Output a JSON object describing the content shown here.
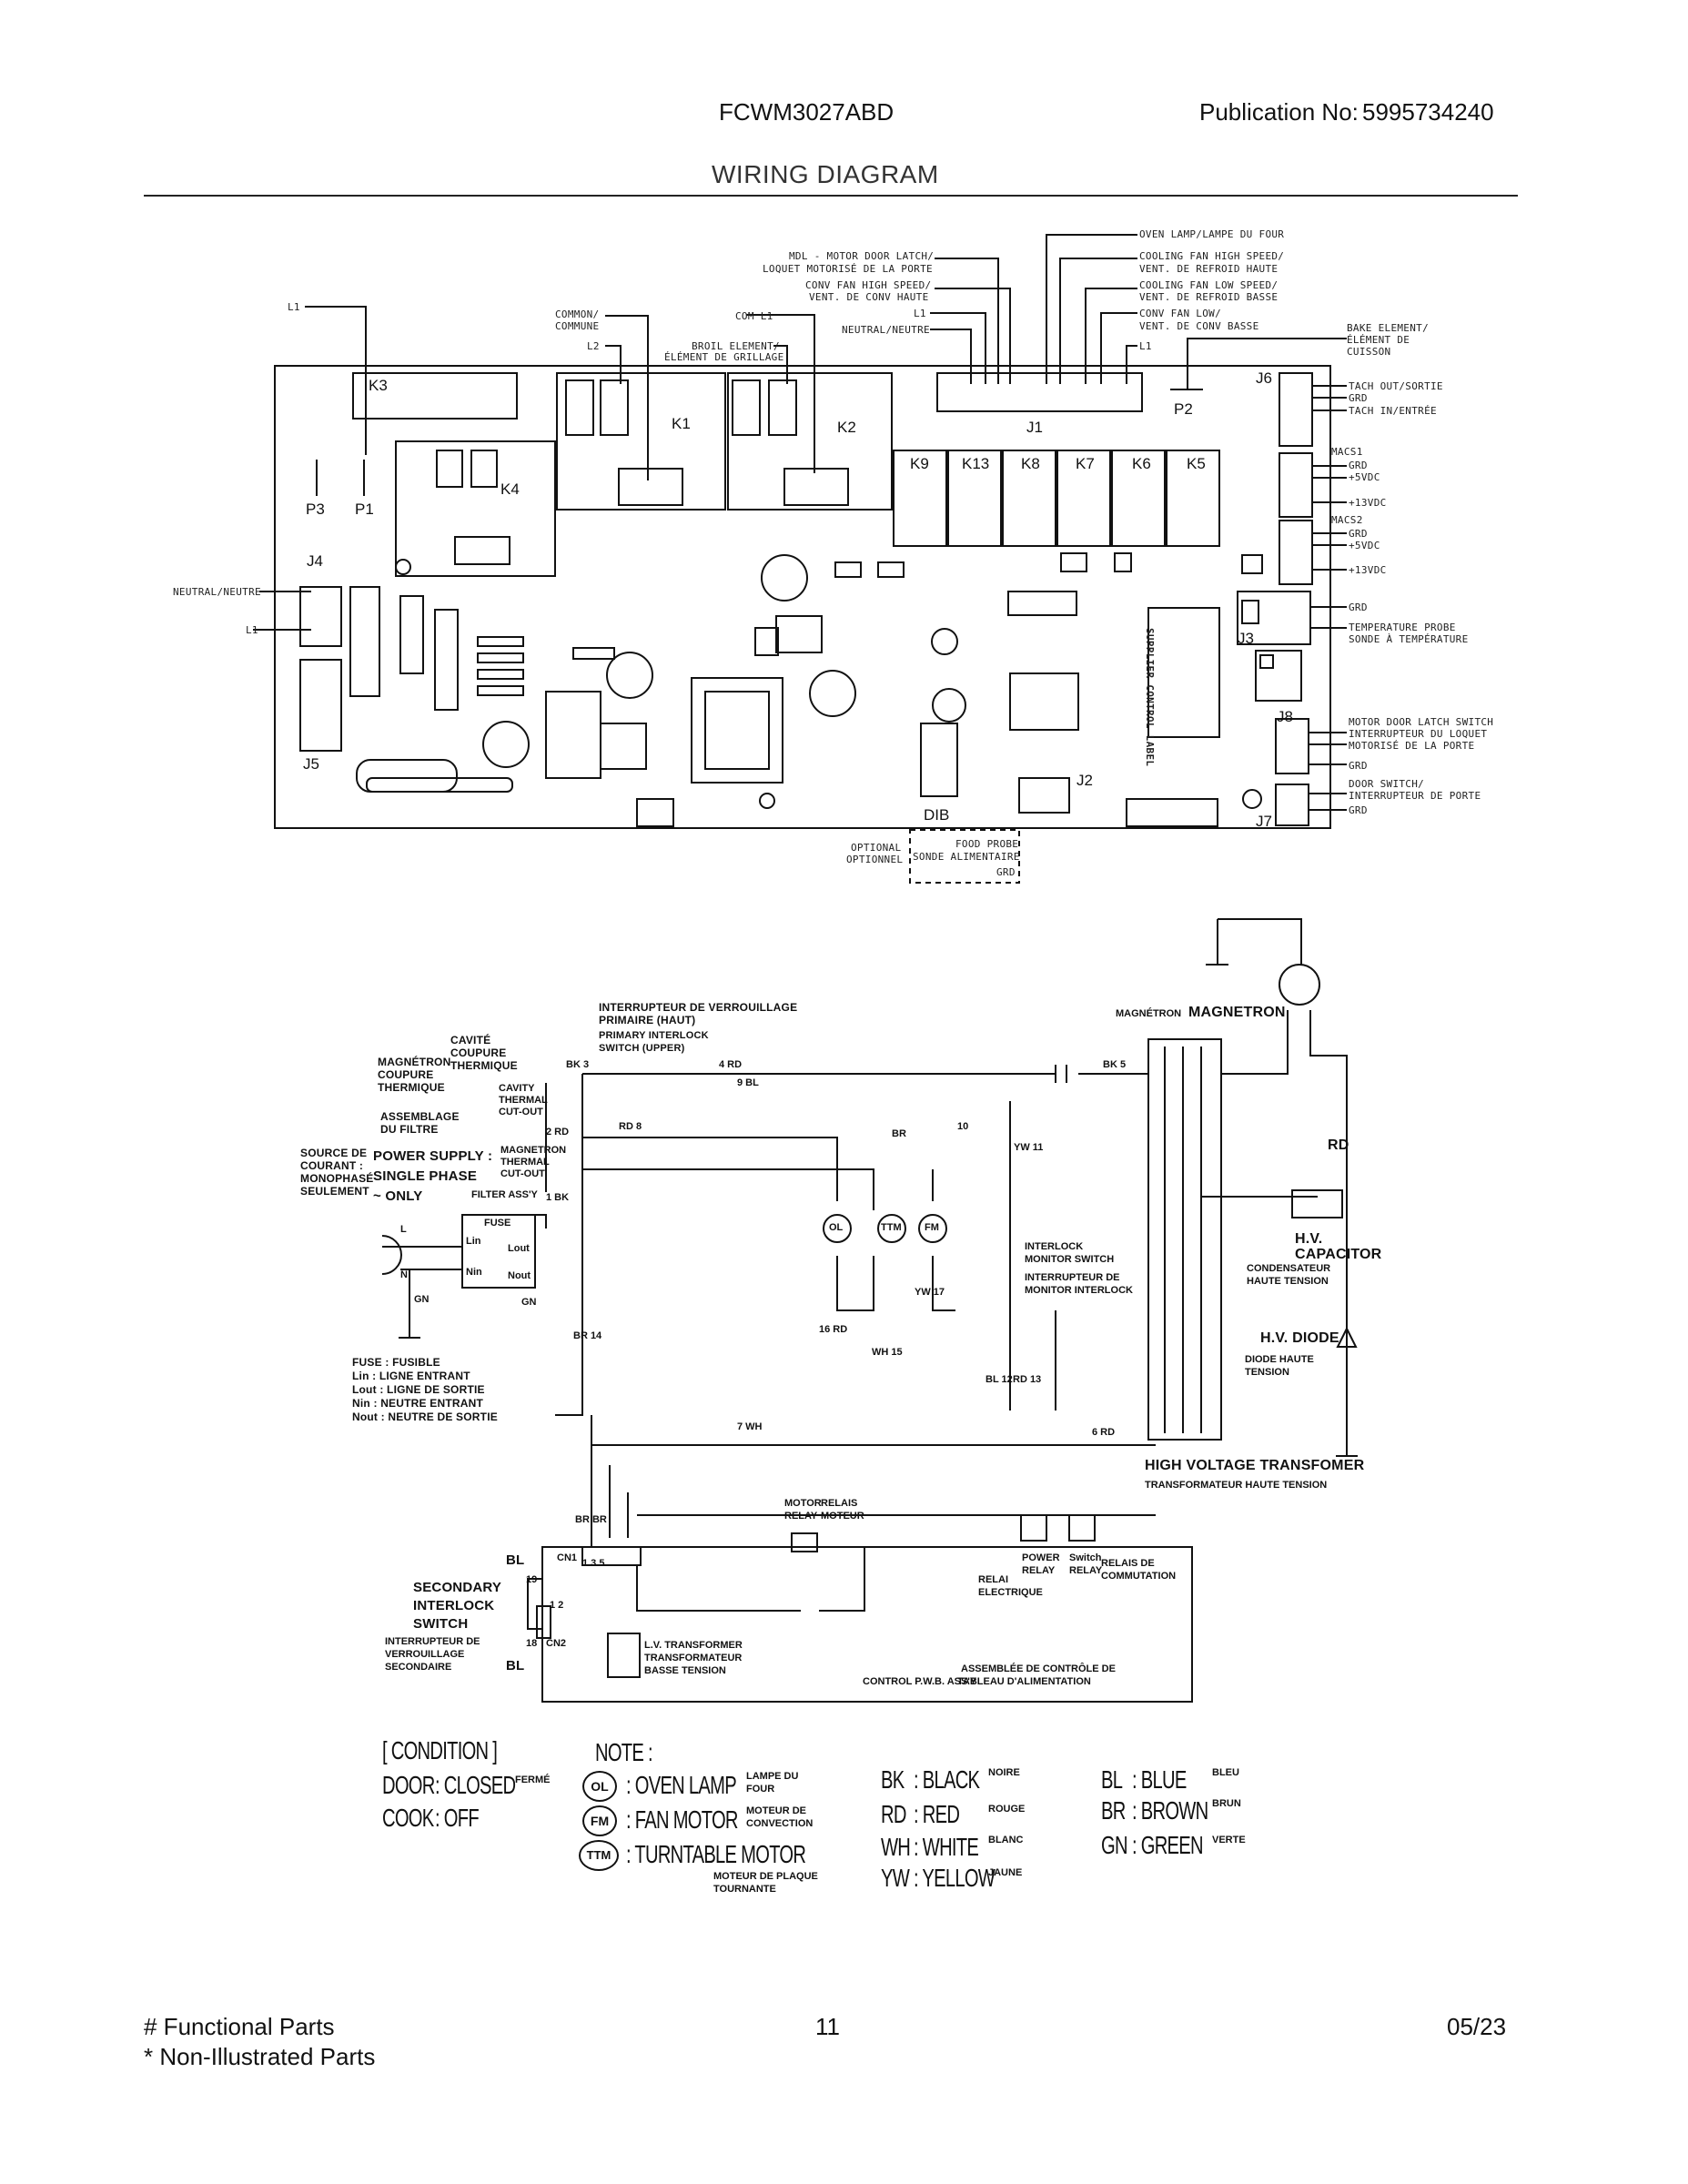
{
  "header": {
    "model": "FCWM3027ABD",
    "publication_label": "Publication No:",
    "publication_number": "5995734240",
    "title": "WIRING DIAGRAM"
  },
  "pcb": {
    "connectors": [
      "J1",
      "J2",
      "J3",
      "J4",
      "J5",
      "J6",
      "J7",
      "J8",
      "P1",
      "P2",
      "P3",
      "DIB",
      "MACS1",
      "MACS2"
    ],
    "relays": [
      "K1",
      "K2",
      "K3",
      "K4",
      "K5",
      "K6",
      "K7",
      "K8",
      "K9",
      "K13"
    ],
    "supplier_label": "SUPPLIER CONTROL LABEL",
    "top_labels": {
      "oven_lamp": "OVEN LAMP/LAMPE DU FOUR",
      "cooling_high_1": "COOLING FAN HIGH SPEED/",
      "cooling_high_2": "VENT. DE REFROID HAUTE",
      "cooling_low_1": "COOLING FAN LOW SPEED/",
      "cooling_low_2": "VENT. DE REFROID BASSE",
      "conv_low_1": "CONV FAN LOW/",
      "conv_low_2": "VENT. DE CONV BASSE",
      "l1_right": "L1",
      "mdl_1": "MDL - MOTOR DOOR LATCH/",
      "mdl_2": "LOQUET MOTORISÉ DE LA PORTE",
      "conv_high_1": "CONV FAN HIGH SPEED/",
      "conv_high_2": "VENT. DE CONV HAUTE",
      "l1_mid": "L1",
      "neutral_mid": "NEUTRAL/NEUTRE",
      "com_l1": "COM L1",
      "broil_1": "BROIL ELEMENT/",
      "broil_2": "ÉLÉMENT DE GRILLAGE",
      "common_1": "COMMON/",
      "common_2": "COMMUNE",
      "l2": "L2",
      "l1_left": "L1",
      "bake_1": "BAKE ELEMENT/",
      "bake_2": "ÉLÉMENT DE",
      "bake_3": "CUISSON"
    },
    "right_labels": {
      "tach_out": "TACH OUT/SORTIE",
      "grd_1": "GRD",
      "tach_in": "TACH IN/ENTRÉE",
      "macs1": "MACS1",
      "grd_2": "GRD",
      "v5_1": "+5VDC",
      "v13_1": "+13VDC",
      "macs2": "MACS2",
      "grd_3": "GRD",
      "v5_2": "+5VDC",
      "v13_2": "+13VDC",
      "grd_4": "GRD",
      "temp_probe_1": "TEMPERATURE PROBE",
      "temp_probe_2": "SONDE À TEMPÉRATURE",
      "mdl_switch_1": "MOTOR DOOR LATCH SWITCH",
      "mdl_switch_2": "INTERRUPTEUR DU LOQUET",
      "mdl_switch_3": "MOTORISÉ DE LA PORTE",
      "grd_5": "GRD",
      "door_switch_1": "DOOR SWITCH/",
      "door_switch_2": "INTERRUPTEUR DE PORTE",
      "grd_6": "GRD"
    },
    "left_labels": {
      "neutral": "NEUTRAL/NEUTRE",
      "l1": "L1"
    },
    "bottom_labels": {
      "optional_1": "OPTIONAL",
      "optional_2": "OPTIONNEL",
      "food_probe_1": "FOOD PROBE",
      "food_probe_2": "SONDE ALIMENTAIRE",
      "grd": "GRD"
    }
  },
  "schematic": {
    "interlock_fr_1": "INTERRUPTEUR DE VERROUILLAGE",
    "interlock_fr_2": "PRIMAIRE (HAUT)",
    "primary_1": "PRIMARY INTERLOCK",
    "primary_2": "SWITCH (UPPER)",
    "cavite_1": "CAVITÉ",
    "cavite_2": "COUPURE",
    "cavite_3": "THERMIQUE",
    "magnetron_fr_1": "MAGNÉTRON",
    "magnetron_fr_2": "COUPURE",
    "magnetron_fr_3": "THERMIQUE",
    "cavity_1": "CAVITY",
    "cavity_2": "THERMAL",
    "cavity_3": "CUT-OUT",
    "assemblage_1": "ASSEMBLAGE",
    "assemblage_2": "DU FILTRE",
    "magnetron_cut_1": "MAGNETRON",
    "magnetron_cut_2": "THERMAL",
    "magnetron_cut_3": "CUT-OUT",
    "source_1": "SOURCE DE",
    "source_2": "COURANT :",
    "source_3": "MONOPHASÉ",
    "source_4": "SEULEMENT",
    "power_1": "POWER SUPPLY :",
    "power_2": "SINGLE PHASE",
    "power_3": "~ ONLY",
    "filter": "FILTER ASS'Y",
    "fuse": "FUSE",
    "lin": "Lin",
    "lout": "Lout",
    "nin": "Nin",
    "nout": "Nout",
    "l": "L",
    "n": "N",
    "gn": "GN",
    "gn2": "GN",
    "legend_fuse": "FUSE : FUSIBLE",
    "legend_lin": "Lin : LIGNE ENTRANT",
    "legend_lout": "Lout : LIGNE DE SORTIE",
    "legend_nin": "Nin : NEUTRE ENTRANT",
    "legend_nout": "Nout : NEUTRE DE SORTIE",
    "magnetron_fr_top": "MAGNÉTRON",
    "magnetron": "MAGNETRON",
    "rd": "RD",
    "hv_cap_1": "H.V.",
    "hv_cap_2": "CAPACITOR",
    "condensateur_1": "CONDENSATEUR",
    "condensateur_2": "HAUTE TENSION",
    "hv_diode": "H.V. DIODE",
    "diode_fr_1": "DIODE HAUTE",
    "diode_fr_2": "TENSION",
    "hvt": "HIGH VOLTAGE TRANSFOMER",
    "hvt_fr": "TRANSFORMATEUR HAUTE TENSION",
    "interlock_mon_1": "INTERLOCK",
    "interlock_mon_2": "MONITOR SWITCH",
    "interlock_mon_3": "INTERRUPTEUR DE",
    "interlock_mon_4": "MONITOR INTERLOCK",
    "ol": "OL",
    "ttm": "TTM",
    "fm": "FM",
    "motor_relay_1": "MOTOR",
    "motor_relay_2": "RELAY",
    "relais_moteur_1": "RELAIS",
    "relais_moteur_2": "MOTEUR",
    "power_relay_1": "POWER",
    "power_relay_2": "RELAY",
    "switch_relay_1": "Switch",
    "switch_relay_2": "RELAY",
    "relais_comm_1": "RELAIS DE",
    "relais_comm_2": "COMMUTATION",
    "relai_elec_1": "RELAI",
    "relai_elec_2": "ELECTRIQUE",
    "cn1": "CN1",
    "cn2": "CN2",
    "secondary_1": "SECONDARY",
    "secondary_2": "INTERLOCK",
    "secondary_3": "SWITCH",
    "secondary_fr_1": "INTERRUPTEUR DE",
    "secondary_fr_2": "VERROUILLAGE",
    "secondary_fr_3": "SECONDAIRE",
    "lv_1": "L.V. TRANSFORMER",
    "lv_2": "TRANSFORMATEUR",
    "lv_3": "BASSE TENSION",
    "assemblee_1": "ASSEMBLÉE DE CONTRÔLE DE",
    "assemblee_2": "TABLEAU D'ALIMENTATION",
    "control_pwb": "CONTROL P.W.B. ASS'Y",
    "bl_top": "BL",
    "bl_bot": "BL",
    "wire_labels": {
      "bk3": "BK 3",
      "rd4": "4 RD",
      "bl9": "9 BL",
      "bk5": "BK 5",
      "rd2": "2 RD",
      "rd8": "RD 8",
      "br10": "BR",
      "n10": "10",
      "yw11": "YW 11",
      "bk1": "1 BK",
      "br14": "BR 14",
      "rd16": "16 RD",
      "wh15": "WH 15",
      "yw17": "YW 17",
      "bl12": "BL 12",
      "rd13": "RD 13",
      "wh7": "7 WH",
      "rd6": "6 RD",
      "brbr": "BR BR",
      "n19": "19",
      "n18": "18",
      "cn1pins": "1 3 5",
      "cn2pins": "1 2"
    }
  },
  "legend": {
    "condition_title": "[ CONDITION ]",
    "door_label": "DOOR",
    "door_value": ": CLOSED",
    "door_fr": "FERMÉ",
    "cook_label": "COOK",
    "cook_value": ": OFF",
    "note_title": "NOTE :",
    "ol_text": ": OVEN LAMP",
    "ol_fr_1": "LAMPE DU",
    "ol_fr_2": "FOUR",
    "fm_text": ": FAN  MOTOR",
    "fm_fr_1": "MOTEUR DE",
    "fm_fr_2": "CONVECTION",
    "ttm_text": ": TURNTABLE MOTOR",
    "ttm_fr_1": "MOTEUR DE PLAQUE",
    "ttm_fr_2": "TOURNANTE",
    "ol_sym": "OL",
    "fm_sym": "FM",
    "ttm_sym": "TTM",
    "colors": [
      {
        "code": "BK",
        "name": ": BLACK",
        "fr": "NOIRE"
      },
      {
        "code": "RD",
        "name": ": RED",
        "fr": "ROUGE"
      },
      {
        "code": "WH",
        "name": ": WHITE",
        "fr": "BLANC"
      },
      {
        "code": "YW",
        "name": ": YELLOW",
        "fr": "JAUNE"
      },
      {
        "code": "BL",
        "name": ": BLUE",
        "fr": "BLEU"
      },
      {
        "code": "BR",
        "name": ": BROWN",
        "fr": "BRUN"
      },
      {
        "code": "GN",
        "name": ": GREEN",
        "fr": "VERTE"
      }
    ]
  },
  "footer": {
    "functional": "# Functional Parts",
    "non_illustrated": "* Non-Illustrated Parts",
    "page": "11",
    "date": "05/23"
  }
}
